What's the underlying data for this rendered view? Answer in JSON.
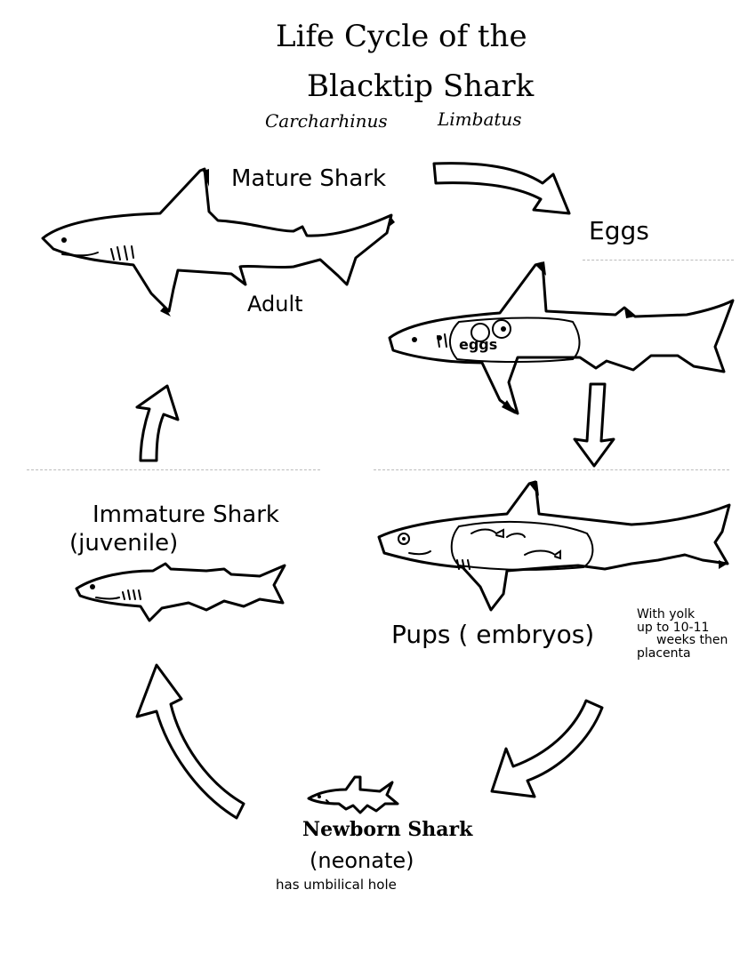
{
  "diagram": {
    "title_line1": "Life Cycle of the",
    "title_line2": "Blacktip Shark",
    "scientific_genus": "Carcharhinus",
    "scientific_species": "Limbatus"
  },
  "stages": {
    "mature": {
      "label": "Mature Shark",
      "sublabel": "Adult"
    },
    "eggs": {
      "label": "Eggs",
      "inner_label": "eggs"
    },
    "pups": {
      "label": "Pups ( embryos)",
      "note_lines": [
        "With yolk",
        "up to 10-11",
        "weeks then",
        "placenta"
      ]
    },
    "newborn": {
      "label": "Newborn Shark",
      "sublabel": "(neonate)",
      "note": "has umbilical hole"
    },
    "immature": {
      "label": "Immature Shark",
      "sublabel": "(juvenile)"
    }
  },
  "icons": [
    "mature-shark-icon",
    "pregnant-shark-eggs-icon",
    "pregnant-shark-pups-icon",
    "newborn-shark-icon",
    "juvenile-shark-icon",
    "cycle-arrow-icon"
  ]
}
